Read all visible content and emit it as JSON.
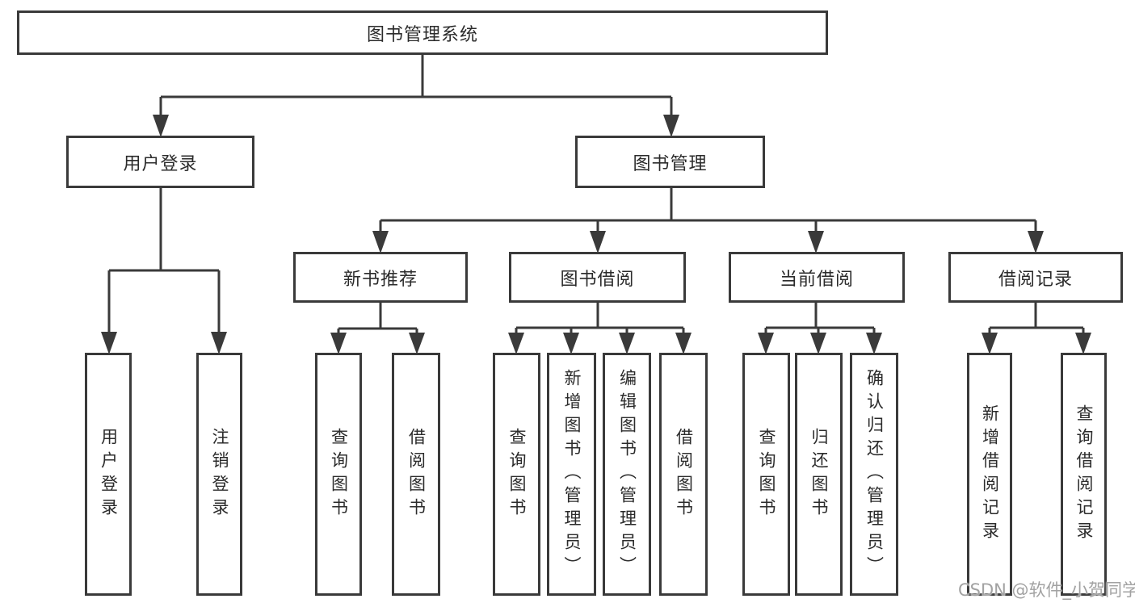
{
  "diagram": {
    "root": {
      "label": "图书管理系统"
    },
    "children": [
      {
        "label": "用户登录",
        "children": [
          {
            "label": "用户登录"
          },
          {
            "label": "注销登录"
          }
        ]
      },
      {
        "label": "图书管理",
        "children": [
          {
            "label": "新书推荐",
            "children": [
              {
                "label": "查询图书"
              },
              {
                "label": "借阅图书"
              }
            ]
          },
          {
            "label": "图书借阅",
            "children": [
              {
                "label": "查询图书"
              },
              {
                "label": "新增图书（管理员）"
              },
              {
                "label": "编辑图书（管理员）"
              },
              {
                "label": "借阅图书"
              }
            ]
          },
          {
            "label": "当前借阅",
            "children": [
              {
                "label": "查询图书"
              },
              {
                "label": "归还图书"
              },
              {
                "label": "确认归还（管理员）"
              }
            ]
          },
          {
            "label": "借阅记录",
            "children": [
              {
                "label": "新增借阅记录"
              },
              {
                "label": "查询借阅记录"
              }
            ]
          }
        ]
      }
    ]
  },
  "watermark": {
    "text": "CSDN @软件_小贺同学"
  },
  "colors": {
    "line": "#3a3a3a",
    "box_border": "#3a3a3a",
    "text": "#2b2b2b",
    "watermark": "#a2a2a2",
    "background": "#ffffff"
  }
}
